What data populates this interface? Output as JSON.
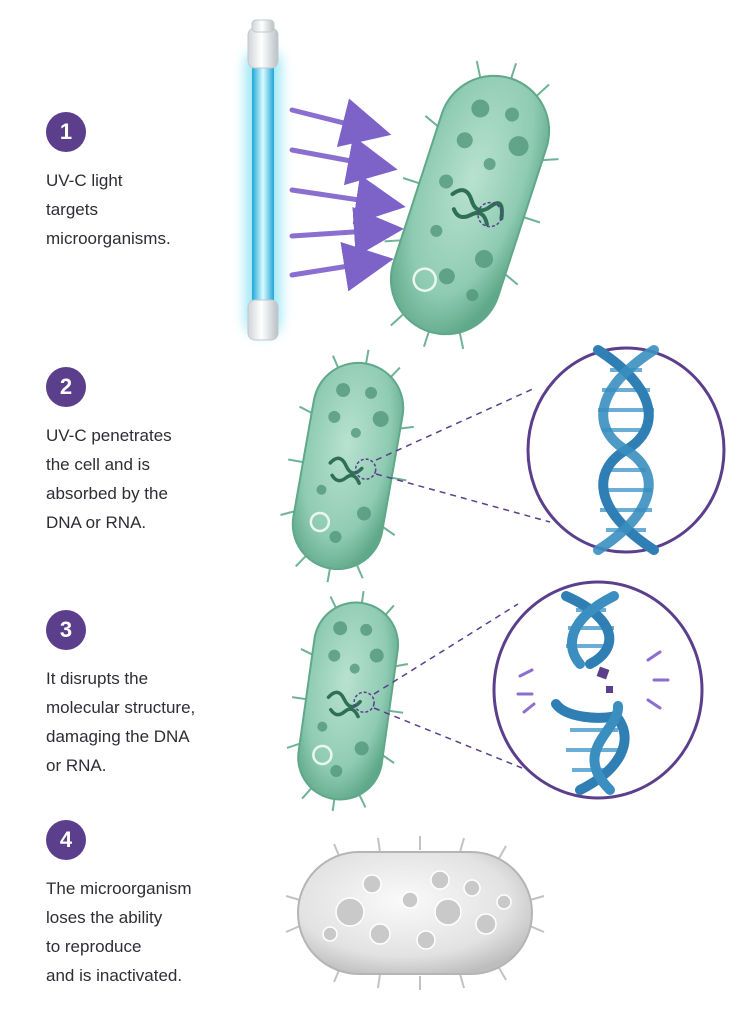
{
  "steps": [
    {
      "number": "1",
      "text": "UV-C light\ntargets\nmicroorganisms."
    },
    {
      "number": "2",
      "text": "UV-C penetrates\nthe cell and is\nabsorbed by the\nDNA or RNA."
    },
    {
      "number": "3",
      "text": "It disrupts the\nmolecular structure,\ndamaging the DNA\nor RNA."
    },
    {
      "number": "4",
      "text": "The microorganism\nloses the ability\nto reproduce\nand is inactivated."
    }
  ],
  "colors": {
    "badge": "#5b3f8c",
    "arrow": "#8a6fd0",
    "uv_glow": "#4fd3f0",
    "bacterium": "#8fcbb3",
    "bacterium_dark": "#4e9478",
    "dna": "#3a8fc0",
    "zoom_ring": "#5b3f8c",
    "inactive": "#d9d9d9"
  },
  "icons": [
    "uv-lamp-icon",
    "light-arrow-icon",
    "bacterium-icon",
    "dna-helix-icon",
    "damaged-dna-icon",
    "inactivated-bacterium-icon"
  ]
}
